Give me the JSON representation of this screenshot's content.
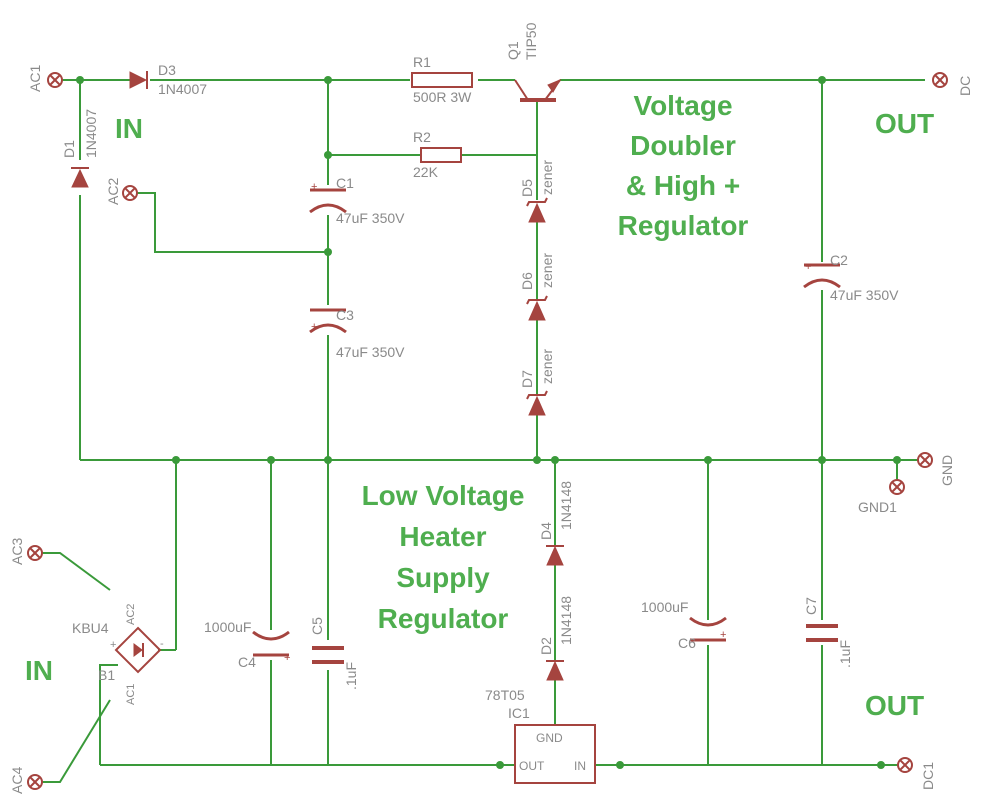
{
  "headings": {
    "in_top": "IN",
    "out_top": "OUT",
    "in_bottom": "IN",
    "out_bottom": "OUT",
    "hv_block": [
      "Voltage",
      "Doubler",
      "& High +",
      "Regulator"
    ],
    "lv_block": [
      "Low Voltage",
      "Heater",
      "Supply",
      "Regulator"
    ]
  },
  "connectors": {
    "ac1": "AC1",
    "ac2": "AC2",
    "ac3": "AC3",
    "ac4": "AC4",
    "dc": "DC",
    "gnd": "GND",
    "gnd1": "GND1",
    "dc1": "DC1"
  },
  "components": {
    "d3": {
      "name": "D3",
      "value": "1N4007"
    },
    "d1": {
      "name": "D1",
      "value": "1N4007"
    },
    "r1": {
      "name": "R1",
      "value": "500R 3W"
    },
    "r2": {
      "name": "R2",
      "value": "22K"
    },
    "q1": {
      "name": "Q1",
      "value": "TIP50"
    },
    "c1": {
      "name": "C1",
      "value": "47uF 350V"
    },
    "c3": {
      "name": "C3",
      "value": "47uF 350V"
    },
    "c2": {
      "name": "C2",
      "value": "47uF 350V"
    },
    "d5": {
      "name": "D5",
      "value": "zener"
    },
    "d6": {
      "name": "D6",
      "value": "zener"
    },
    "d7": {
      "name": "D7",
      "value": "zener"
    },
    "d4": {
      "name": "D4",
      "value": "1N4148"
    },
    "d2": {
      "name": "D2",
      "value": "1N4148"
    },
    "c4": {
      "name": "C4",
      "value": "1000uF"
    },
    "c5": {
      "name": "C5",
      "value": ".1uF"
    },
    "c6": {
      "name": "C6",
      "value": "1000uF"
    },
    "c7": {
      "name": "C7",
      "value": ".1uF"
    },
    "ic1": {
      "name": "IC1",
      "value": "78T05",
      "pin_gnd": "GND",
      "pin_out": "OUT",
      "pin_in": "IN"
    },
    "b1": {
      "name": "B1",
      "value": "KBU4",
      "pin_ac1": "AC1",
      "pin_ac2": "AC2",
      "pin_plus": "+",
      "pin_minus": "-"
    }
  },
  "symbols": {
    "plus": "+"
  },
  "colors": {
    "wire": "#3a9a3a",
    "symbol": "#a5443f",
    "label": "#8a8a8a",
    "heading": "#4fae4f",
    "background": "#ffffff"
  }
}
